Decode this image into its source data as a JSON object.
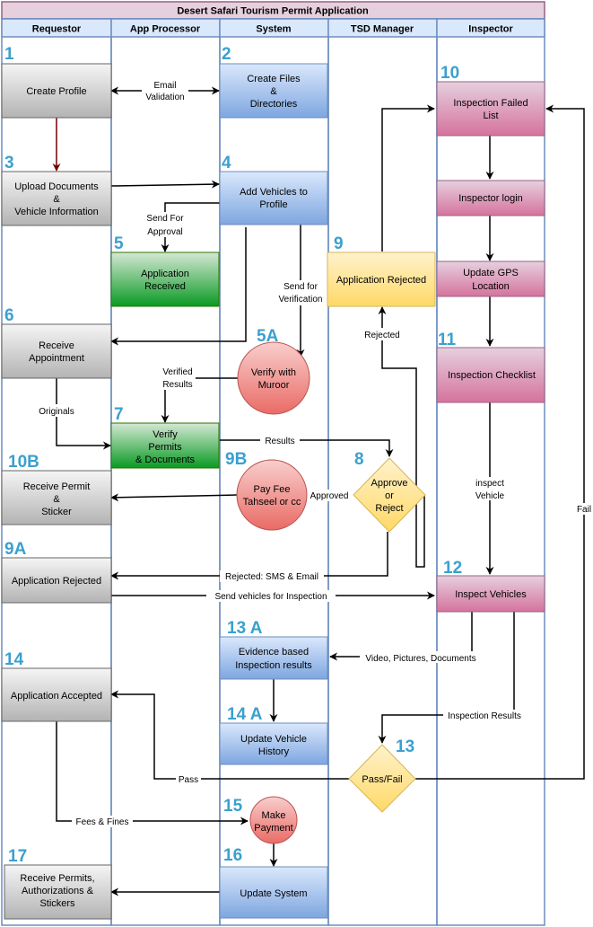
{
  "title": "Desert Safari  Tourism Permit Application",
  "lanes": [
    "Requestor",
    "App Processor",
    "System",
    "TSD Manager",
    "Inspector"
  ],
  "colors": {
    "title_fill": "#e6d0de",
    "title_stroke": "#996185",
    "header_fill": "#dae8fc",
    "lane_stroke": "#6c8ebf",
    "gray": "#e8e8e8",
    "blue": "#c9dcf6",
    "green": "#5fbf5f",
    "yellow": "#ffe27a",
    "pink": "#dd86ab",
    "red": "#f26b6b",
    "number": "#3aa0cf",
    "dark_red_arrow": "#6f0000"
  },
  "steps": {
    "create_profile": {
      "num": "1",
      "lines": [
        "Create Profile"
      ]
    },
    "upload_documents": {
      "num": "3",
      "lines": [
        "Upload Documents",
        "&",
        "Vehicle Information"
      ]
    },
    "receive_appointment": {
      "num": "6",
      "lines": [
        "Receive",
        "Appointment"
      ]
    },
    "receive_permit": {
      "num": "10B",
      "lines": [
        "Receive Permit",
        "&",
        "Sticker"
      ]
    },
    "application_rejected_req": {
      "num": "9A",
      "lines": [
        "Application Rejected"
      ]
    },
    "application_accepted": {
      "num": "14",
      "lines": [
        "Application Accepted"
      ]
    },
    "receive_permits_final": {
      "num": "17",
      "lines": [
        "Receive Permits,",
        "Authorizations &",
        "Stickers"
      ]
    },
    "application_received": {
      "num": "5",
      "lines": [
        "Application",
        "Received"
      ]
    },
    "verify_permits": {
      "num": "7",
      "lines": [
        "Verify",
        "Permits",
        "& Documents"
      ]
    },
    "create_files": {
      "num": "2",
      "lines": [
        "Create Files",
        "&",
        "Directories"
      ]
    },
    "add_vehicles": {
      "num": "4",
      "lines": [
        "Add Vehicles to",
        "Profile"
      ]
    },
    "verify_muroor": {
      "num": "5A",
      "lines": [
        "Verify with",
        "Muroor"
      ]
    },
    "pay_fee": {
      "num": "9B",
      "lines": [
        "Pay Fee",
        "Tahseel or  cc"
      ]
    },
    "evidence_results": {
      "num": "13 A",
      "lines": [
        "Evidence based",
        "Inspection results"
      ]
    },
    "update_history": {
      "num": "14 A",
      "lines": [
        "Update Vehicle",
        "History"
      ]
    },
    "make_payment": {
      "num": "15",
      "lines": [
        "Make",
        "Payment"
      ]
    },
    "update_system": {
      "num": "16",
      "lines": [
        "Update System"
      ]
    },
    "application_rejected_tsd": {
      "num": "9",
      "lines": [
        "Application Rejected"
      ]
    },
    "approve_reject": {
      "num": "8",
      "lines": [
        "Approve",
        "or",
        "Reject"
      ]
    },
    "pass_fail": {
      "num": "13",
      "lines": [
        "Pass/Fail"
      ]
    },
    "inspection_failed": {
      "num": "10",
      "lines": [
        "Inspection Failed",
        "List"
      ]
    },
    "inspector_login": {
      "num": "",
      "lines": [
        "Inspector login"
      ]
    },
    "update_gps": {
      "num": "",
      "lines": [
        "Update GPS",
        "Location"
      ]
    },
    "inspection_checklist": {
      "num": "11",
      "lines": [
        "Inspection Checklist"
      ]
    },
    "inspect_vehicles": {
      "num": "12",
      "lines": [
        "Inspect Vehicles"
      ]
    }
  },
  "edge_labels": {
    "email_validation": [
      "Email",
      "Validation"
    ],
    "send_for_approval": [
      "Send For",
      "Approval"
    ],
    "send_for_verification": [
      "Send for",
      "Verification"
    ],
    "verified_results": [
      "Verified",
      "Results"
    ],
    "originals": [
      "Originals"
    ],
    "results": [
      "Results"
    ],
    "approved": [
      "Approved"
    ],
    "rejected": [
      "Rejected"
    ],
    "rejected_sms": [
      "Rejected: SMS & Email"
    ],
    "send_vehicles": [
      "Send  vehicles for Inspection"
    ],
    "video": [
      "Video, Pictures, Documents"
    ],
    "inspection_results": [
      "Inspection Results"
    ],
    "inspect_vehicle": [
      "inspect",
      "Vehicle"
    ],
    "pass": [
      "Pass"
    ],
    "fail": [
      "Fail"
    ],
    "fees": [
      "Fees & Fines"
    ]
  }
}
